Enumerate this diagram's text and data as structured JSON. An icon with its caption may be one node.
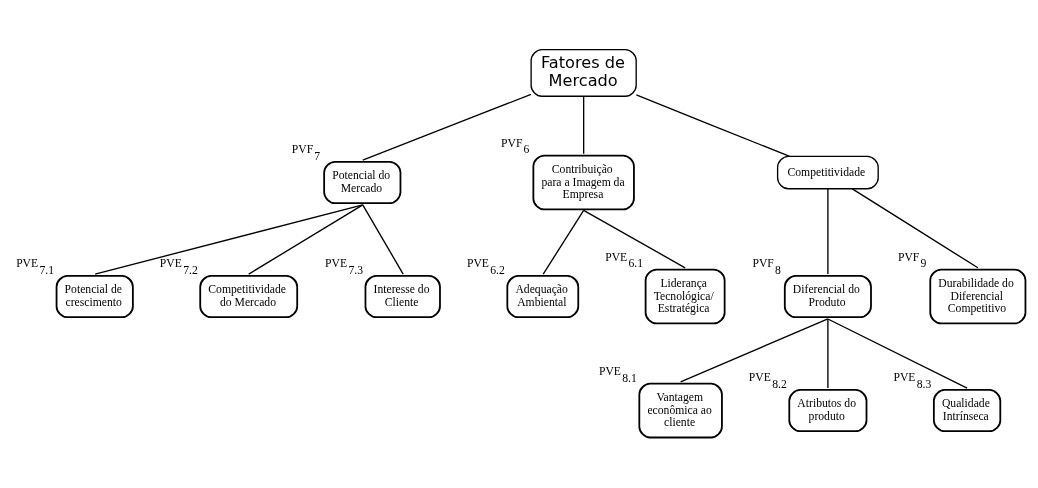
{
  "diagram": {
    "nodes": [
      {
        "text": [
          "Fatores de Mercado"
        ]
      },
      {
        "text": [
          "Potencial do Mercado"
        ],
        "beside": [
          "PVF$_{7}$"
        ]
      },
      {
        "text": [
          "Contribuição para a Imagem da Empresa"
        ],
        "beside": [
          "PVF$_{6}$"
        ]
      },
      {
        "text": [
          "Competitividade"
        ]
      },
      {
        "text": [
          "Potencial de crescimento"
        ],
        "beside": [
          "PVE$_{7.1}$"
        ]
      },
      {
        "text": [
          "Competitividade do Mercado"
        ],
        "beside": [
          "PVE$_{7.2}$"
        ]
      },
      {
        "text": [
          "Interesse do Cliente"
        ],
        "beside": [
          "PVE$_{7.3}$"
        ]
      },
      {
        "text": [
          "Adequação Ambiental"
        ],
        "beside": [
          "PVE$_{6.2}$"
        ]
      },
      {
        "text": [
          "Liderança Tecnológica/ Estratégica"
        ],
        "beside": [
          "PVE$_{6.1}$"
        ]
      },
      {
        "text": [
          "Diferencial do Produto"
        ],
        "beside": [
          "PVF$_{8}$"
        ]
      },
      {
        "text": [
          "Durabilidade do Diferencial Competitivo"
        ],
        "beside": [
          "PVF$_{9}$"
        ]
      },
      {
        "text": [
          "Vantagem econômica ao cliente"
        ],
        "beside": [
          "PVE$_{8.1}$"
        ]
      },
      {
        "text": [
          "Atributos do produto"
        ],
        "beside": [
          "PVE$_{8.2}$"
        ]
      },
      {
        "text": [
          "Qualidade Intrínseca"
        ],
        "beside": [
          "PVE$_{8.3}$"
        ]
      }
    ],
    "edges": [
      {
        "from": 0,
        "to": 1,
        "arrow": "none"
      },
      {
        "from": 0,
        "to": 2,
        "arrow": "none"
      },
      {
        "from": 0,
        "to": 3,
        "arrow": "none"
      },
      {
        "from": 1,
        "to": 4,
        "arrow": "none"
      },
      {
        "from": 1,
        "to": 5,
        "arrow": "none"
      },
      {
        "from": 1,
        "to": 6,
        "arrow": "none"
      },
      {
        "from": 2,
        "to": 7,
        "arrow": "none"
      },
      {
        "from": 2,
        "to": 8,
        "arrow": "none"
      },
      {
        "from": 3,
        "to": 9,
        "arrow": "none"
      },
      {
        "from": 3,
        "to": 10,
        "arrow": "none"
      },
      {
        "from": 9,
        "to": 11,
        "arrow": "none"
      },
      {
        "from": 9,
        "to": 12,
        "arrow": "none"
      },
      {
        "from": 9,
        "to": 13,
        "arrow": "none"
      }
    ]
  }
}
